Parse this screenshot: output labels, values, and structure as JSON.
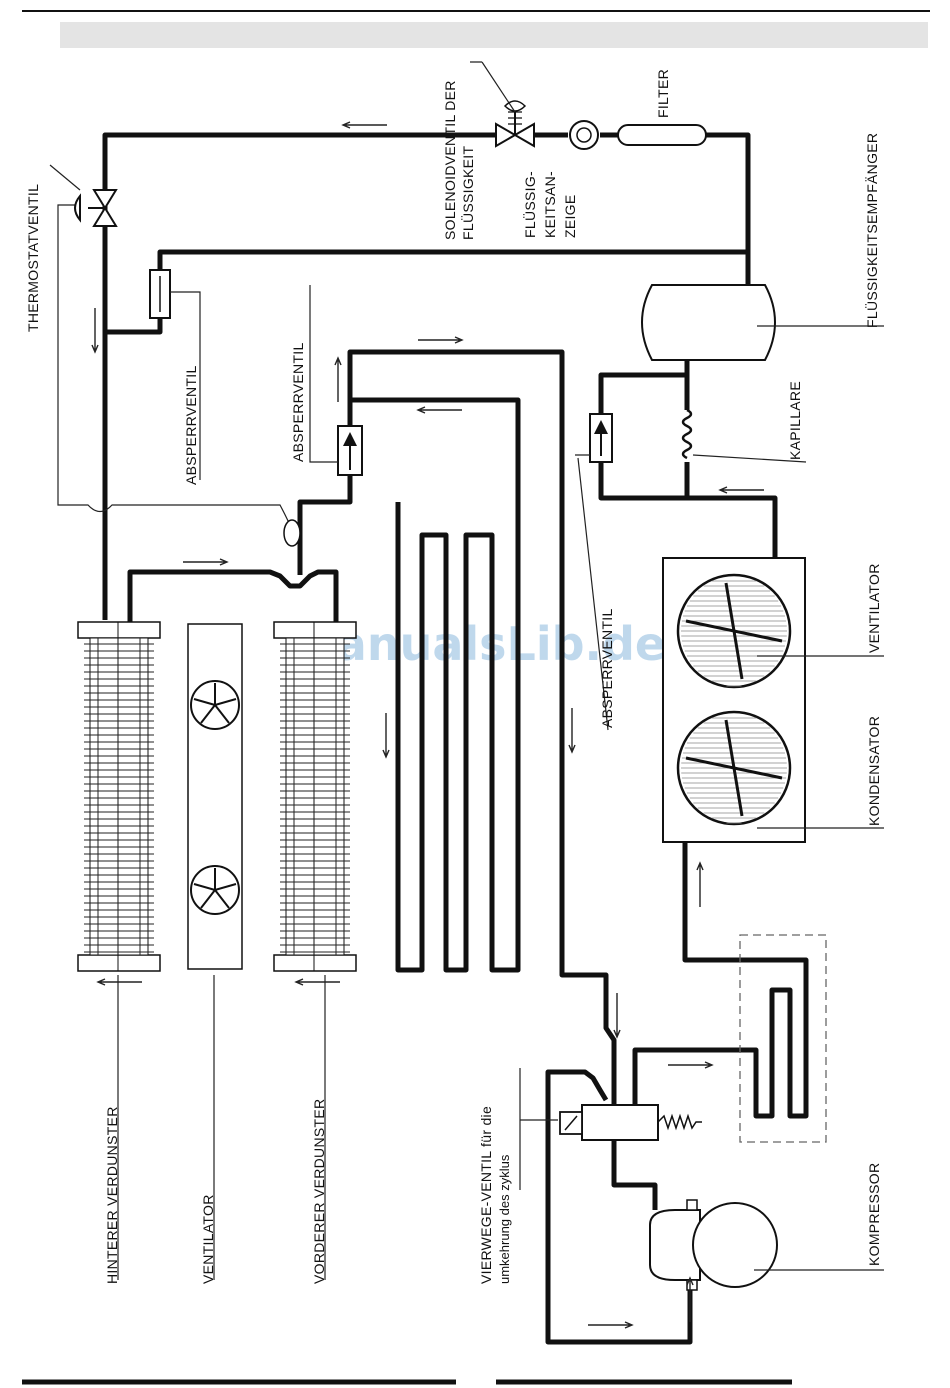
{
  "labels": {
    "solenoid_valve": [
      "SOLENOIDVENTIL DER",
      "FLÜSSIGKEIT"
    ],
    "filter": "FILTER",
    "liquid_indicator": [
      "FLÜSSIG-",
      "KEITSAN-",
      "ZEIGE"
    ],
    "liquid_receiver": "FLÜSSIGKEITSEMPFÄNGER",
    "thermostat_valve": "THERMOSTATVENTIL",
    "shutoff_valve_1": "ABSPERRVENTIL",
    "shutoff_valve_2": "ABSPERRVENTIL",
    "shutoff_valve_3": "ABSPERRVENTIL",
    "capillary": "KAPILLARE",
    "fan_right": "VENTILATOR",
    "condenser": "KONDENSATOR",
    "rear_evaporator": "HINTERER VERDUNSTER",
    "fan_left": "VENTILATOR",
    "front_evaporator": "VORDERER VERDUNSTER",
    "four_way_valve": [
      "VIERWEGE-VENTIL für die",
      "umkehrung des zyklus"
    ],
    "compressor": "KOMPRESSOR"
  },
  "watermark": "ManualsLib.de"
}
